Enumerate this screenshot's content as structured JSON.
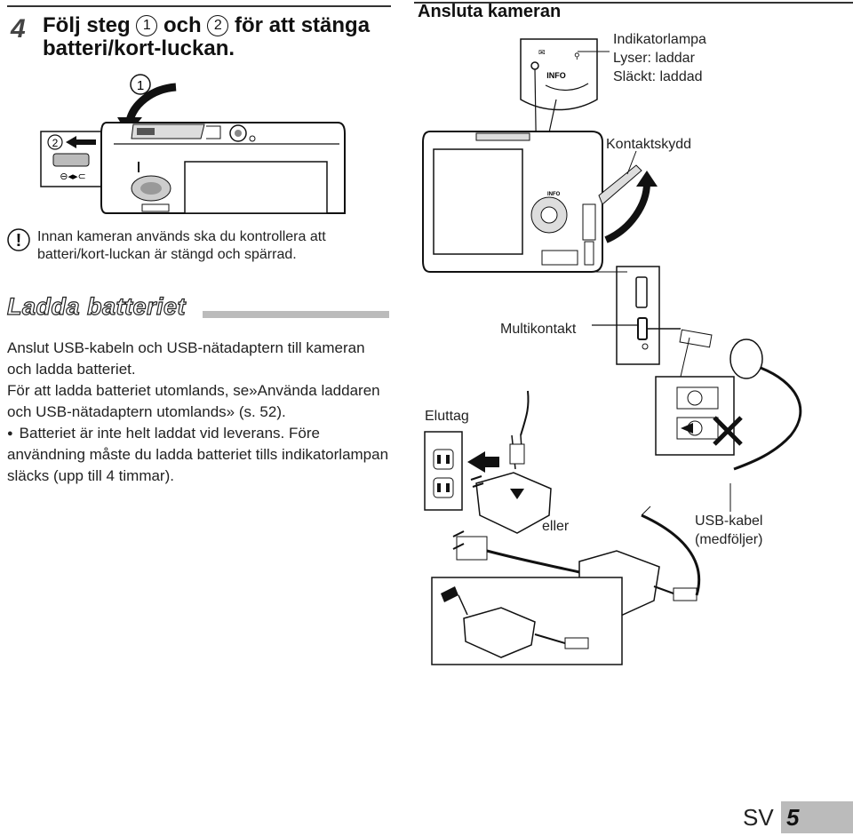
{
  "step": {
    "number": "4",
    "line1_pre": "Följ steg",
    "circle1": "1",
    "line1_mid": "och",
    "circle2": "2",
    "line1_post": "för att stänga",
    "line2": "batteri/kort-luckan."
  },
  "figure_left": {
    "callout1": "1",
    "callout2": "2"
  },
  "warning": {
    "icon": "caution-icon",
    "text": "Innan kameran används ska du kontrollera att batteri/kort-luckan är stängd och spärrad."
  },
  "section": {
    "title": "Ladda batteriet",
    "para1": "Anslut USB-kabeln och USB-nätadaptern till kameran och ladda batteriet.",
    "para2": "För att ladda batteriet utomlands, se»Använda laddaren och USB-nätadaptern utomlands» (s. 52).",
    "bullet": "Batteriet är inte helt laddat vid leverans. Före användning måste du ladda batteriet tills indikatorlampan släcks (upp till 4 timmar)."
  },
  "right": {
    "title": "Ansluta kameran",
    "indicator_line1": "Indikatorlampa",
    "indicator_line2": "Lyser: laddar",
    "indicator_line3": "Släckt: laddad",
    "info_label": "INFO",
    "cover_label": "Kontaktskydd",
    "multi_label": "Multikontakt",
    "outlet_label": "Eluttag",
    "or_label": "eller",
    "usb_line1": "USB-kabel",
    "usb_line2": "(medföljer)"
  },
  "footer": {
    "lang": "SV",
    "page": "5"
  }
}
